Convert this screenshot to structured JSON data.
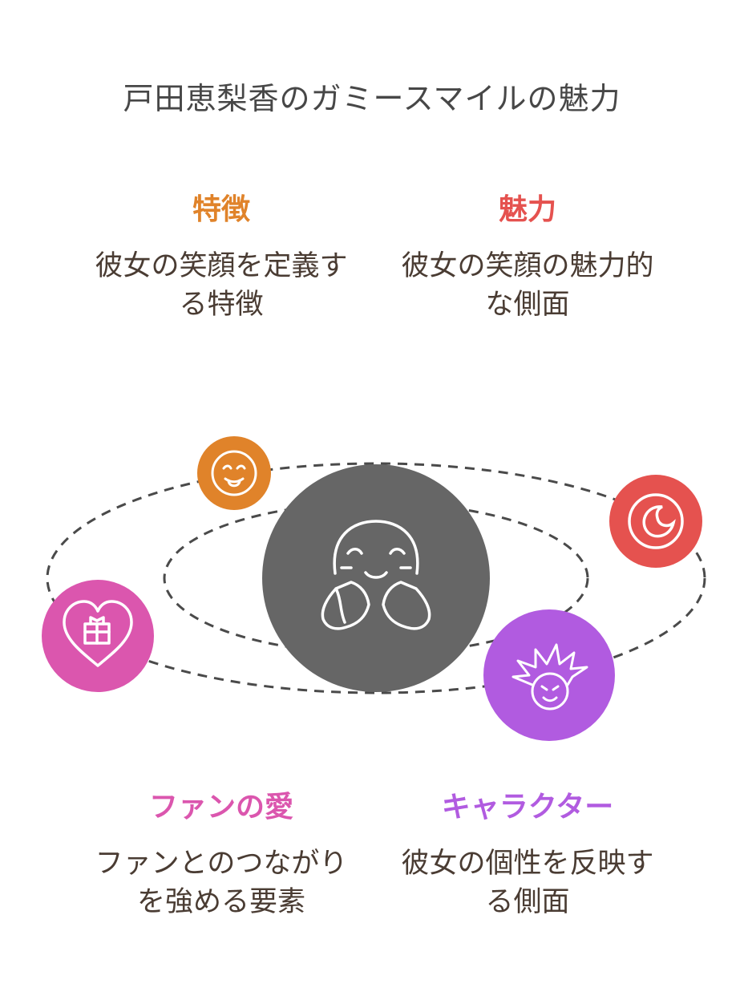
{
  "title": "戸田恵梨香のガミースマイルの魅力",
  "items": {
    "features": {
      "heading": "特徴",
      "desc": "彼女の笑顔を定義する特徴",
      "color": "#E0832A",
      "icon": "tongue-out-face-icon"
    },
    "charm": {
      "heading": "魅力",
      "desc": "彼女の笑顔の魅力的な側面",
      "color": "#E5524F",
      "icon": "moon-circle-icon"
    },
    "fan_love": {
      "heading": "ファンの愛",
      "desc": "ファンとのつながりを強める要素",
      "color": "#DB56AE",
      "icon": "heart-gift-icon"
    },
    "character": {
      "heading": "キャラクター",
      "desc": "彼女の個性を反映する側面",
      "color": "#B15BE0",
      "icon": "spiky-hair-character-icon"
    }
  },
  "center": {
    "color": "#666666",
    "icon": "smiling-hugging-face-icon"
  }
}
